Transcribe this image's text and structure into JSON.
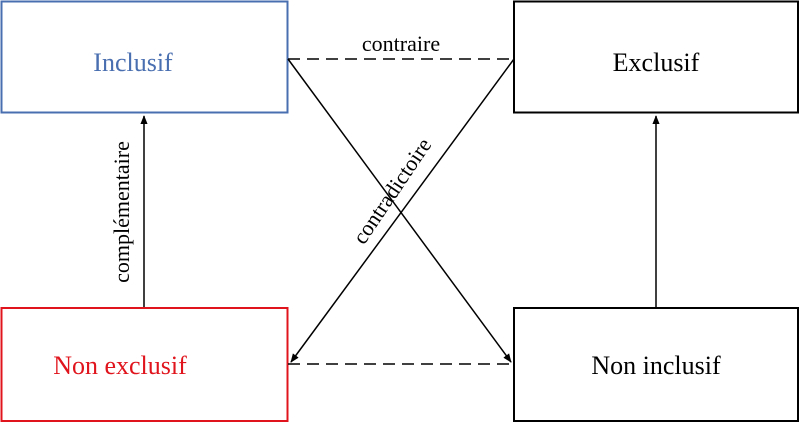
{
  "colors": {
    "inclusif": "#4a6fb0",
    "non_exclusif": "#e0141c",
    "neutral": "#000000"
  },
  "nodes": {
    "inclusif": "Inclusif",
    "exclusif": "Exclusif",
    "non_exclusif": "Non exclusif",
    "non_inclusif": "Non inclusif"
  },
  "edges": {
    "contraire": "contraire",
    "contradictoire": "contradictoire",
    "complementaire": "complémentaire"
  }
}
